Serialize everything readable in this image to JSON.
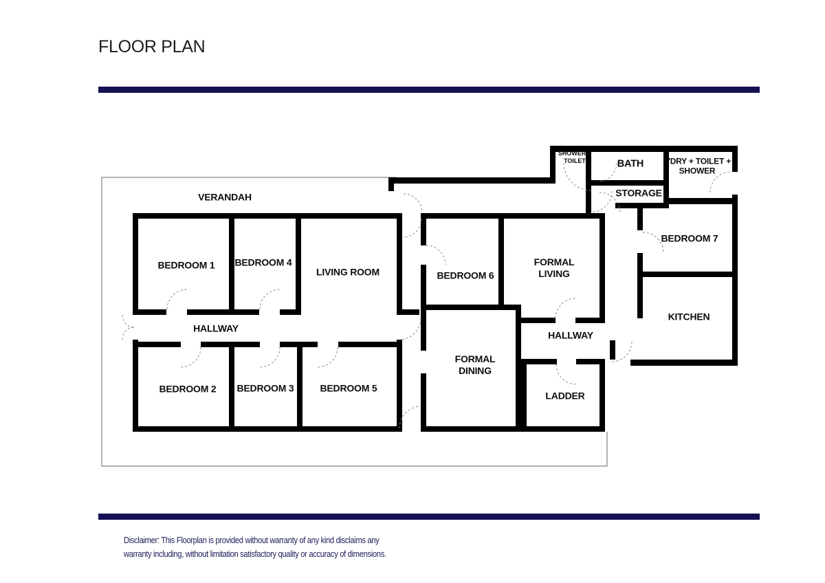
{
  "header": {
    "title": "FLOOR PLAN"
  },
  "plan": {
    "rooms": [
      {
        "name": "verandah",
        "label": "VERANDAH"
      },
      {
        "name": "bedroom-1",
        "label": "BEDROOM 1"
      },
      {
        "name": "bedroom-4",
        "label": "BEDROOM 4"
      },
      {
        "name": "living-room",
        "label": "LIVING ROOM"
      },
      {
        "name": "hallway-west",
        "label": "HALLWAY"
      },
      {
        "name": "bedroom-2",
        "label": "BEDROOM 2"
      },
      {
        "name": "bedroom-3",
        "label": "BEDROOM 3"
      },
      {
        "name": "bedroom-5",
        "label": "BEDROOM 5"
      },
      {
        "name": "bedroom-6",
        "label": "BEDROOM 6"
      },
      {
        "name": "formal-living",
        "label": "FORMAL LIVING"
      },
      {
        "name": "formal-dining",
        "label": "FORMAL DINING"
      },
      {
        "name": "hallway-east",
        "label": "HALLWAY"
      },
      {
        "name": "ladder",
        "label": "LADDER"
      },
      {
        "name": "shower-toilet",
        "label": "SHOWER + TOILET"
      },
      {
        "name": "bath",
        "label": "BATH"
      },
      {
        "name": "storage",
        "label": "STORAGE"
      },
      {
        "name": "laundry-toilet-shower",
        "label": "L'DRY + TOILET + SHOWER"
      },
      {
        "name": "bedroom-7",
        "label": "BEDROOM 7"
      },
      {
        "name": "kitchen",
        "label": "KITCHEN"
      }
    ]
  },
  "footer": {
    "disclaimer_line1": "Disclaimer: This Floorplan is provided without warranty of any kind disclaims any",
    "disclaimer_line2": "warranty including, without limitation satisfactory quality or accuracy of dimensions."
  },
  "colors": {
    "accent_navy": "#161253",
    "wall_black": "#000000",
    "door_arc_gray": "#8a8a8a",
    "verandah_line_gray": "#9a9a9a"
  }
}
